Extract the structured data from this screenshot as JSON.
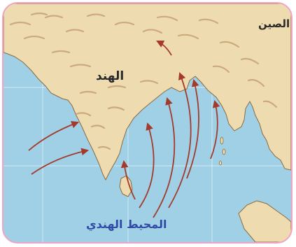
{
  "map": {
    "labels": {
      "india": "الهند",
      "china": "الصين",
      "ocean": "المحيط الهندي"
    },
    "colors": {
      "sea": "#9fd0e6",
      "land": "#eedcb0",
      "relief": "#c7a175",
      "arrow": "#a33a2c",
      "ocean_label": "#2f49a5",
      "frame": "#f3a3c4"
    },
    "arrow_count": 9
  }
}
